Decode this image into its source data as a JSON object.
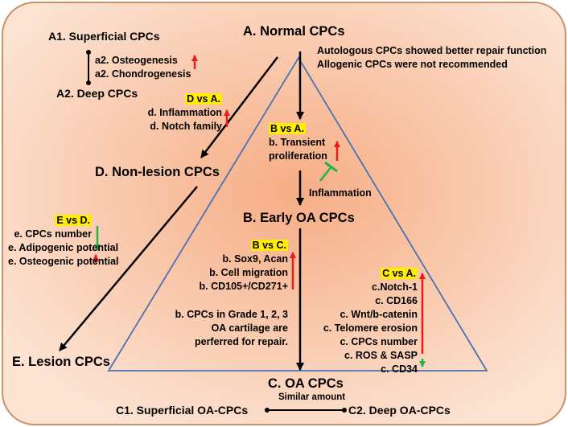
{
  "colors": {
    "background_outer": "#fce3d2",
    "background_inner": "#f6ad85",
    "border": "#c9906a",
    "triangle": "#4a72b0",
    "increase_arrow": "#e81c1c",
    "decrease_arrow": "#22b24c",
    "inhibit_symbol": "#22b24c",
    "highlight": "#ffee00"
  },
  "nodes": {
    "normal": "A. Normal CPCs",
    "early_oa": "B. Early OA CPCs",
    "oa": "C. OA CPCs",
    "non_lesion": "D. Non-lesion CPCs",
    "lesion": "E. Lesion CPCs",
    "superficial": "A1. Superficial CPCs",
    "deep": "A2. Deep CPCs",
    "superficial_oa": "C1. Superficial OA-CPCs",
    "deep_oa": "C2. Deep OA-CPCs"
  },
  "notes": {
    "autologous": "Autologous CPCs showed better repair function",
    "allogenic": "Allogenic CPCs were not recommended",
    "inflammation": "Inflammation",
    "similar_amount": "Similar amount"
  },
  "a_subtypes": {
    "items": [
      "a2. Osteogenesis",
      "a2. Chondrogenesis"
    ],
    "trend": "increase"
  },
  "d_vs_a": {
    "label": "D vs A.",
    "items": [
      "d. Inflammation",
      "d. Notch family"
    ],
    "trend": "increase"
  },
  "b_vs_a": {
    "label": "B vs A.",
    "items": [
      "b. Transient",
      "proliferation"
    ],
    "trend": "increase"
  },
  "e_vs_d": {
    "label": "E vs D.",
    "items": [
      {
        "text": "e. CPCs number",
        "trend": "decrease"
      },
      {
        "text": "e. Adipogenic potential",
        "trend": "decrease"
      },
      {
        "text": "e. Osteogenic potential",
        "trend": "increase"
      }
    ]
  },
  "b_vs_c": {
    "label": "B vs C.",
    "items": [
      "b. Sox9, Acan",
      "b. Cell migration",
      "b. CD105+/CD271+"
    ],
    "trend": "increase",
    "grade_note": [
      "b. CPCs in Grade 1, 2, 3",
      "OA cartilage are",
      "perferred for repair."
    ]
  },
  "c_vs_a": {
    "label": "C vs A.",
    "items_increase": [
      "c.Notch-1",
      "c. CD166",
      "c. Wnt/b-catenin",
      "c. Telomere erosion",
      "c. CPCs number",
      "c. ROS & SASP"
    ],
    "items_decrease": [
      "c. CD34"
    ]
  }
}
